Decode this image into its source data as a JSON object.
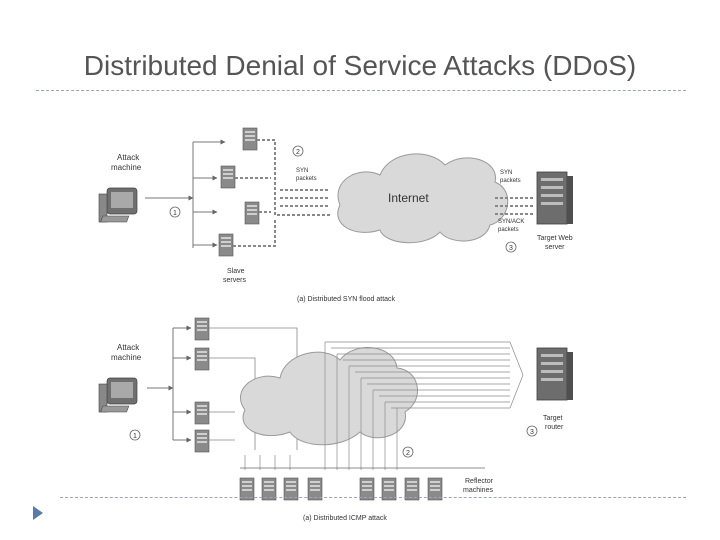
{
  "slide": {
    "title": "Distributed Denial of Service Attacks (DDoS)"
  },
  "diagram_a": {
    "attack_machine": "Attack\nmachine",
    "slave_servers": "Slave\nservers",
    "internet": "Internet",
    "syn_packets_left": "SYN\npackets",
    "syn_packets_right": "SYN\npackets",
    "synack_packets": "SYN/ACK\npackets",
    "target_web_server": "Target Web\nserver",
    "step1": "1",
    "step2": "2",
    "step3": "3",
    "caption": "(a) Distributed SYN flood attack"
  },
  "diagram_b": {
    "attack_machine": "Attack\nmachine",
    "target_router": "Target\nrouter",
    "reflector_machines": "Reflector\nmachines",
    "step1": "1",
    "step2": "2",
    "step3": "3",
    "caption": "(a) Distributed ICMP attack"
  },
  "colors": {
    "title": "#555555",
    "rule": "#9aa7b8",
    "bullet": "#5b7aa8",
    "server": "#7a7a7a",
    "cloud": "#d9d9d9"
  },
  "icons": [
    "computer-icon",
    "server-icon",
    "cloud-icon",
    "router-icon",
    "bullet-arrow-icon"
  ]
}
